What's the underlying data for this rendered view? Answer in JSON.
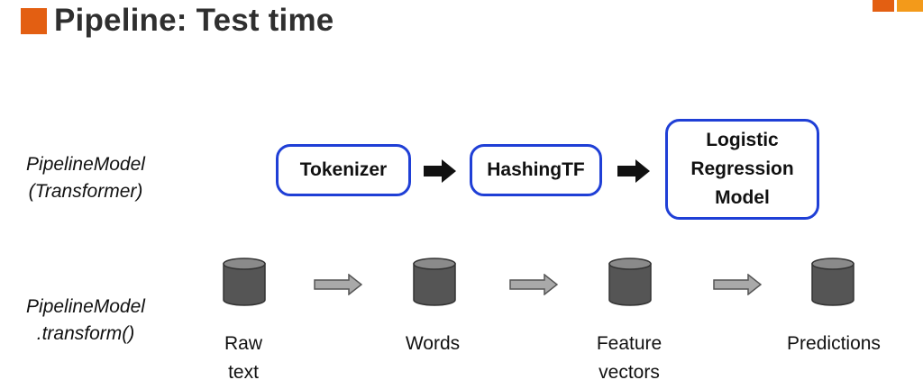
{
  "title": "Pipeline: Test time",
  "colors": {
    "title_square": "#e35f12",
    "accent_orange": "#f39a1a",
    "box_border": "#1f3fd6",
    "cylinder": "#555555",
    "cylinder_top": "#8a8a8a",
    "gray_arrow": "#a9a9a9"
  },
  "row_labels": {
    "top": [
      "PipelineModel",
      "(Transformer)"
    ],
    "bottom": [
      "PipelineModel",
      ".transform()"
    ]
  },
  "stages": [
    {
      "lines": [
        "Tokenizer"
      ]
    },
    {
      "lines": [
        "HashingTF"
      ]
    },
    {
      "lines": [
        "Logistic",
        "Regression",
        "Model"
      ]
    }
  ],
  "data_items": [
    {
      "lines": [
        "Raw",
        "text"
      ],
      "icon": "database-icon"
    },
    {
      "lines": [
        "Words"
      ],
      "icon": "database-icon"
    },
    {
      "lines": [
        "Feature",
        "vectors"
      ],
      "icon": "database-icon"
    },
    {
      "lines": [
        "Predictions"
      ],
      "icon": "database-icon"
    }
  ],
  "arrows": {
    "stage_arrow_icon": "black-right-arrow-icon",
    "data_arrow_icon": "gray-right-arrow-icon"
  }
}
